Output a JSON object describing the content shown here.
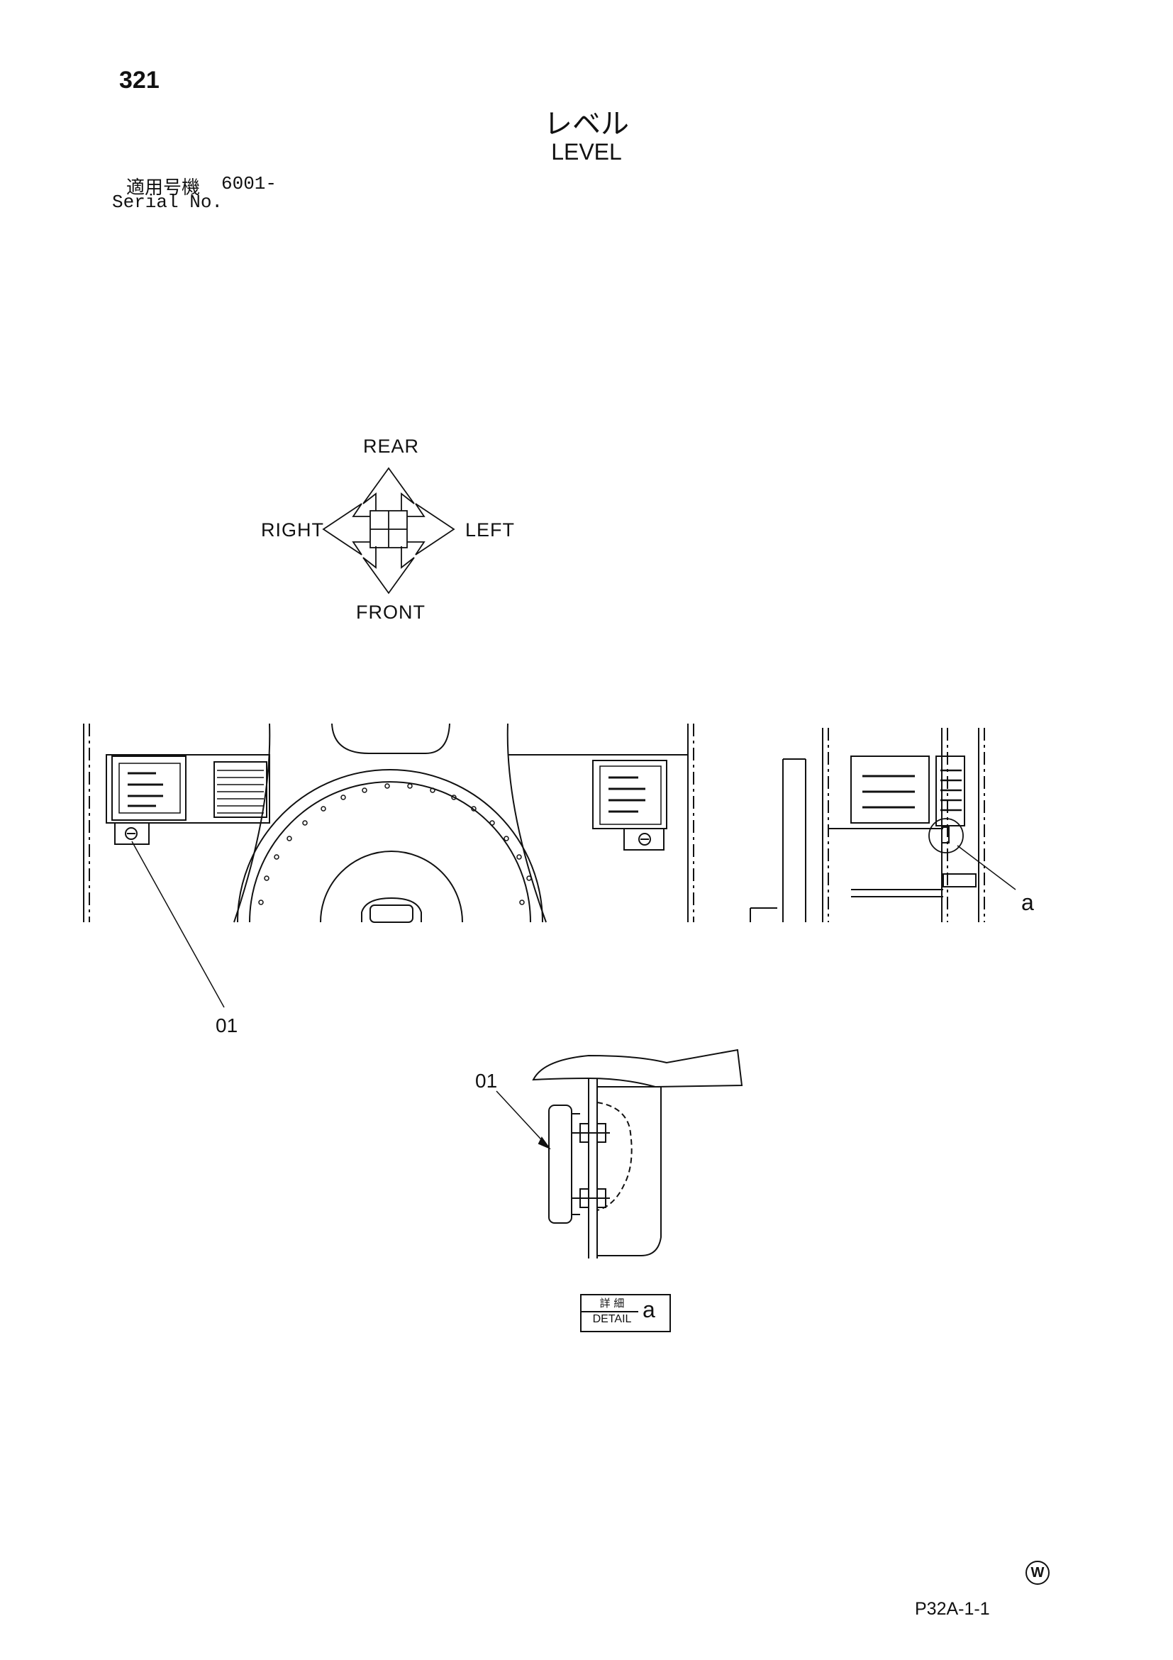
{
  "page_number": "321",
  "title": {
    "japanese": "レベル",
    "english": "LEVEL"
  },
  "serial": {
    "label_jp": "適用号機",
    "number": "6001-",
    "label_en": "Serial No."
  },
  "orientation": {
    "rear": "REAR",
    "right": "RIGHT",
    "left": "LEFT",
    "front": "FRONT"
  },
  "callouts": {
    "part_01": "01",
    "detail_ref": "a"
  },
  "detail_label": {
    "japanese": "詳 細",
    "english": "DETAIL",
    "letter": "a"
  },
  "watermark": "W",
  "document_code": "P32A-1-1"
}
